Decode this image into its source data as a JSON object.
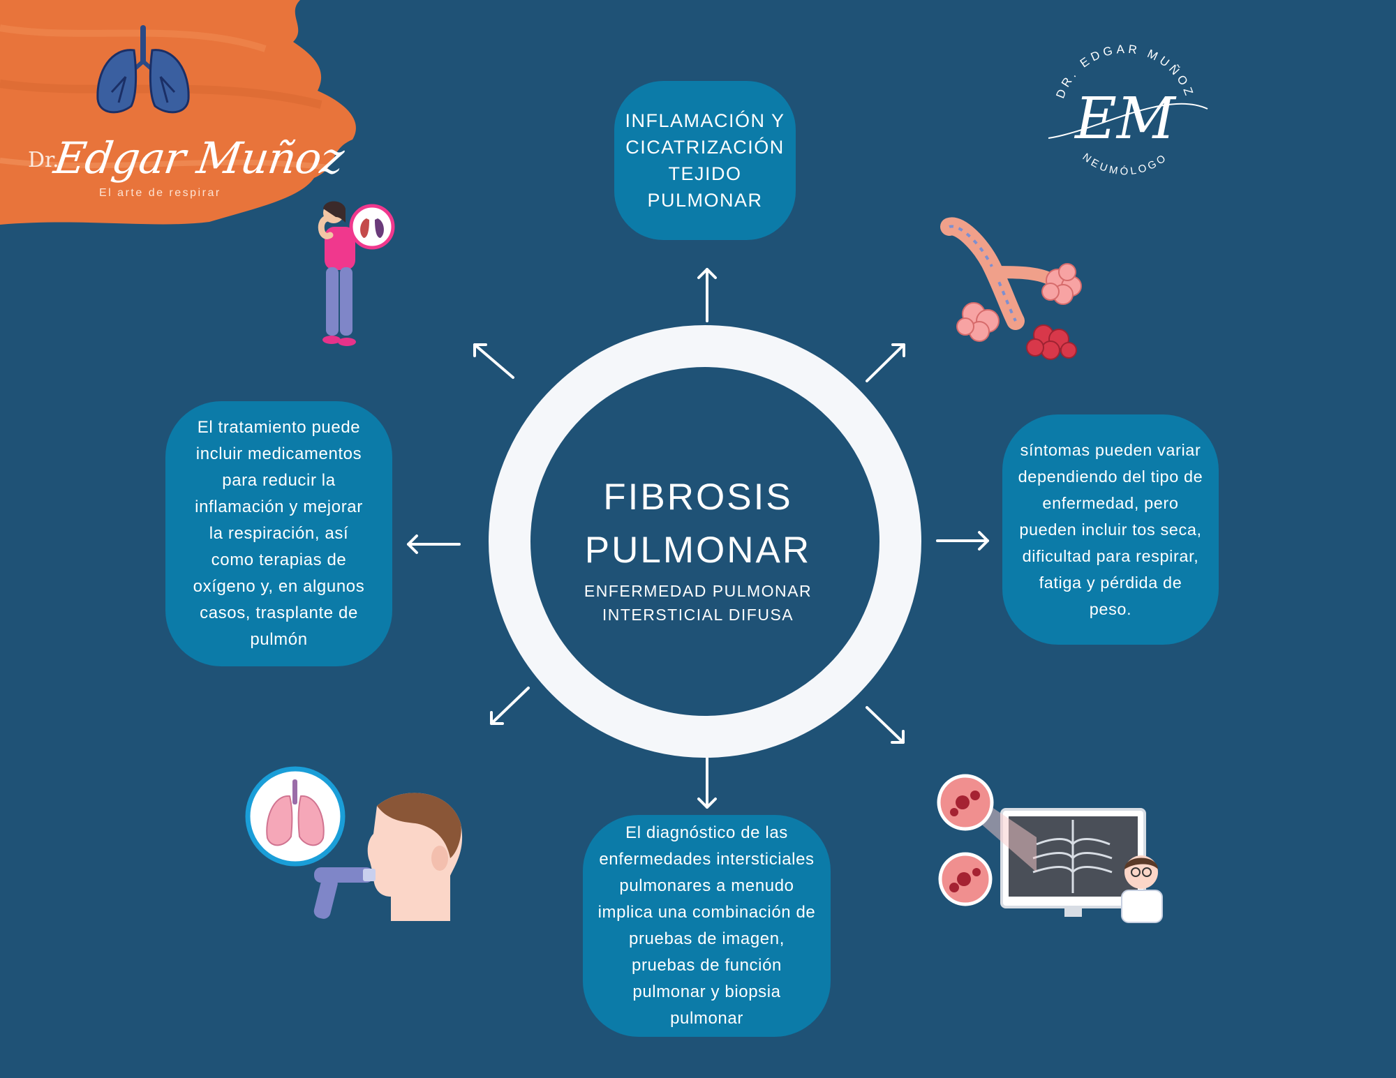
{
  "brand": {
    "logo_prefix": "Dr.",
    "logo_name": "Edgar Muñoz",
    "tagline": "El arte de respirar",
    "seal_name": "DR. EDGAR MUÑOZ",
    "seal_role": "NEUMÓLOGO",
    "seal_monogram": "EM"
  },
  "center": {
    "title_lines": [
      "FIBROSIS",
      "PULMONAR"
    ],
    "subtitle_lines": [
      "ENFERMEDAD PULMONAR",
      "INTERSTICIAL DIFUSA"
    ]
  },
  "nodes": {
    "top": {
      "lines": [
        "INFLAMACIÓN Y",
        "CICATRIZACIÓN",
        "TEJIDO",
        "PULMONAR"
      ]
    },
    "left": {
      "lines": [
        "El tratamiento puede",
        "incluir medicamentos",
        "para reducir la",
        "inflamación y mejorar",
        "la respiración, así",
        "como terapias de",
        "oxígeno y, en algunos",
        "casos, trasplante de",
        "pulmón"
      ]
    },
    "right": {
      "lines": [
        "síntomas pueden variar",
        "dependiendo del tipo de",
        "enfermedad, pero",
        "pueden incluir tos seca,",
        "dificultad para respirar,",
        "fatiga y pérdida de",
        "peso."
      ]
    },
    "bottom": {
      "lines": [
        "El diagnóstico de las",
        "enfermedades intersticiales",
        "pulmonares a menudo",
        "implica una combinación de",
        "pruebas de imagen,",
        "pruebas de función",
        "pulmonar y biopsia",
        "pulmonar"
      ]
    }
  },
  "colors": {
    "background": "#1f5276",
    "bubble": "#0c7ba8",
    "ring": "#f5f7fa",
    "accent_orange": "#e8743b",
    "arrow": "#ffffff"
  },
  "icons": {
    "logo": "lungs-icon",
    "top_left": "coughing-woman-icon",
    "top_right": "alveoli-icon",
    "bottom_left": "spirometry-icon",
    "bottom_right": "xray-doctor-icon"
  }
}
